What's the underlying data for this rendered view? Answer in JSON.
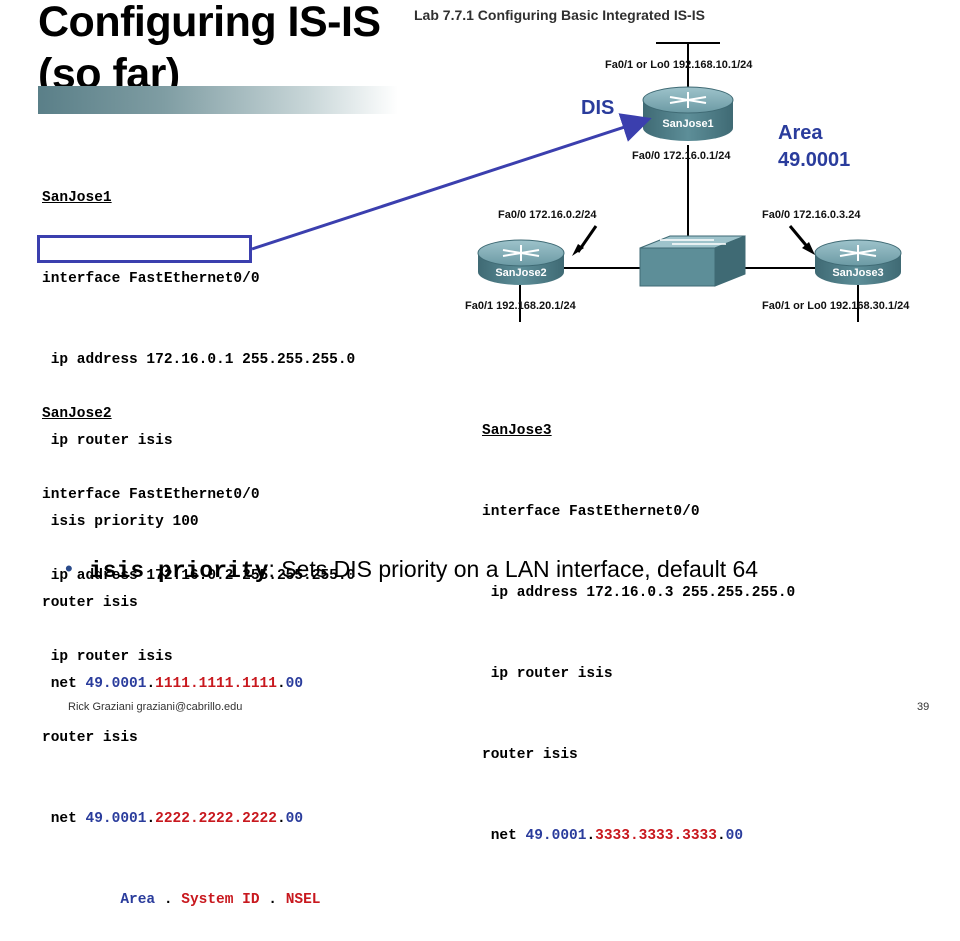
{
  "slide": {
    "title_line1": "Configuring IS-IS",
    "title_line2": "(so far)",
    "lab_title": "Lab 7.7.1 Configuring Basic Integrated IS-IS",
    "footer": "Rick Graziani  graziani@cabrillo.edu",
    "page_number": "39"
  },
  "sanjose1": {
    "header": "SanJose1",
    "lines": [
      "interface FastEthernet0/0",
      " ip address 172.16.0.1 255.255.255.0",
      " ip router isis",
      " isis priority 100",
      "router isis"
    ],
    "net_prefix": " net ",
    "net_area": "49.0001",
    "net_dot1": ".",
    "net_sysid": "1111.1111.1111",
    "net_dot2": ".",
    "net_nsel": "00"
  },
  "sanjose2": {
    "header": "SanJose2",
    "lines": [
      "interface FastEthernet0/0",
      " ip address 172.16.0.2 255.255.255.0",
      " ip router isis",
      "router isis"
    ],
    "net_prefix": " net ",
    "net_area": "49.0001",
    "net_dot1": ".",
    "net_sysid": "2222.2222.2222",
    "net_dot2": ".",
    "net_nsel": "00",
    "legend_area": "Area",
    "legend_sep1": " . ",
    "legend_sysid": "System ID",
    "legend_sep2": " . ",
    "legend_nsel": "NSEL"
  },
  "sanjose3": {
    "header": "SanJose3",
    "lines": [
      "interface FastEthernet0/0",
      " ip address 172.16.0.3 255.255.255.0",
      " ip router isis",
      "router isis"
    ],
    "net_prefix": " net ",
    "net_area": "49.0001",
    "net_dot1": ".",
    "net_sysid": "3333.3333.3333",
    "net_dot2": ".",
    "net_nsel": "00"
  },
  "bullet": {
    "keyword": "isis priority",
    "text": ": Sets DIS priority on a LAN interface, default 64"
  },
  "diagram": {
    "dis_label": "DIS",
    "area_label_line1": "Area",
    "area_label_line2": "49.0001",
    "r1_name": "SanJose1",
    "r2_name": "SanJose2",
    "r3_name": "SanJose3",
    "r1_top_if": "Fa0/1 or Lo0 192.168.10.1/24",
    "r1_bottom_if": "Fa0/0 172.16.0.1/24",
    "r2_fa00": "Fa0/0 172.16.0.2/24",
    "r2_fa01": "Fa0/1 192.168.20.1/24",
    "r3_fa00": "Fa0/0 172.16.0.3.24",
    "r3_fa01": "Fa0/1 or Lo0 192.168.30.1/24"
  },
  "colors": {
    "area": "#2a3c9c",
    "system_id": "#c8181e",
    "highlight_box": "#3b3fae",
    "router_body": "#4f7f8a"
  },
  "icons": {
    "router": "router-icon",
    "switch": "switch-icon",
    "bullet": "bullet-icon"
  }
}
